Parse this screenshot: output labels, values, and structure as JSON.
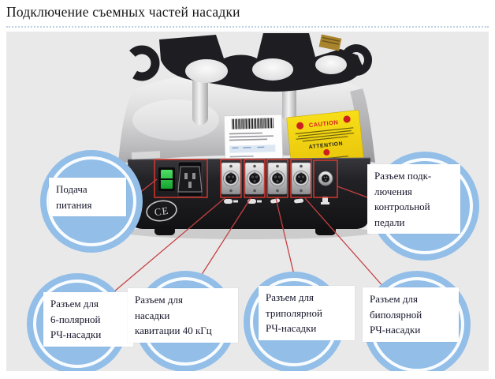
{
  "title": "Подключение съемных частей насадки",
  "callouts": {
    "power": {
      "label": "Подача\nпитания"
    },
    "pedal": {
      "label": "Разъем подк-\nлючения\nконтрольной\nпедали"
    },
    "rf6": {
      "label": "Разъем для\n6-полярной\nРЧ-насадки"
    },
    "cavitation": {
      "label": "Разъем для\nнасадки\nкавитации 40 кГц"
    },
    "tripolar": {
      "label": "Разъем для\nтриполярной\nРЧ-насадки"
    },
    "bipolar": {
      "label": "Разъем для\nбиполярной\nРЧ-насадки"
    }
  },
  "device": {
    "caution_label": {
      "title": "CAUTION",
      "subtitle": "ATTENTION"
    },
    "ce_mark": "CE"
  },
  "colors": {
    "callout_blue": "#92bee8",
    "connector_highlight_red": "#e03a2e",
    "pointer_line_red": "#c64040",
    "photo_background": "#e9e9ea",
    "caution_yellow": "#f2d410"
  }
}
